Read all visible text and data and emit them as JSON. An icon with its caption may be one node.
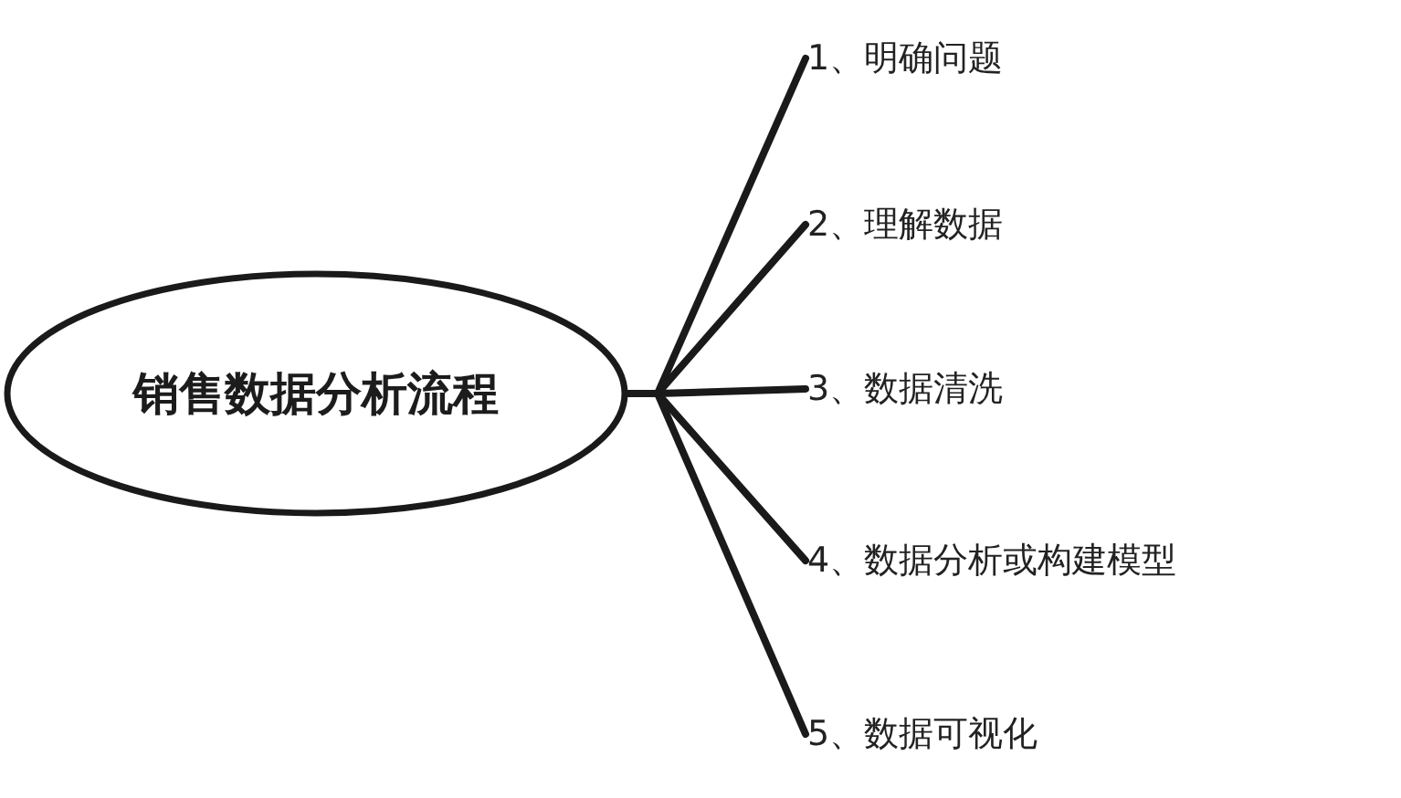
{
  "diagram": {
    "nodes": [
      {
        "text": [
          "销售数据分析流程"
        ]
      },
      {
        "text": [
          "1、明确问题"
        ]
      },
      {
        "text": [
          "2、理解数据"
        ]
      },
      {
        "text": [
          "3、数据清洗"
        ]
      },
      {
        "text": [
          "4、数据分析或构建模型"
        ]
      },
      {
        "text": [
          "5、数据可视化"
        ]
      }
    ],
    "edges": [
      {
        "from": 0,
        "to": 1,
        "arrow": "none"
      },
      {
        "from": 0,
        "to": 2,
        "arrow": "none"
      },
      {
        "from": 0,
        "to": 3,
        "arrow": "none"
      },
      {
        "from": 0,
        "to": 4,
        "arrow": "none"
      },
      {
        "from": 0,
        "to": 5,
        "arrow": "none"
      }
    ]
  }
}
